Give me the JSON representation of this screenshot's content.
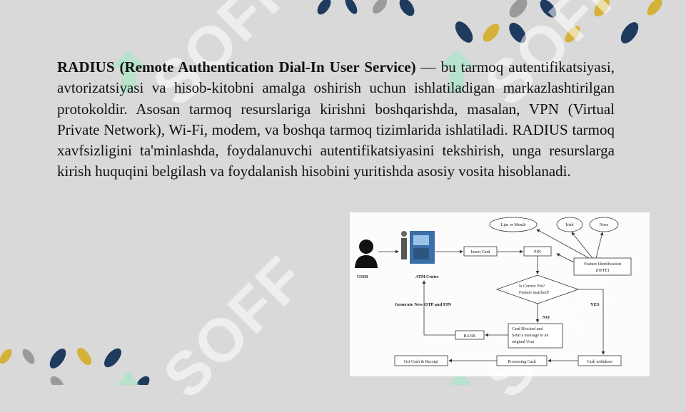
{
  "watermark": {
    "text": "SOFF"
  },
  "paragraph": {
    "bold_term": "RADIUS (Remote Authentication Dial-In User Service)",
    "body": " — bu tarmoq autentifikatsiyasi, avtorizatsiyasi va hisob-kitobni amalga oshirish uchun ishlatiladigan markazlashtirilgan protokoldir. Asosan tarmoq resurslariga kirishni boshqarishda, masalan, VPN (Virtual Private Network), Wi-Fi, modem, va boshqa tarmoq tizimlarida ishlatiladi. RADIUS tarmoq xavfsizligini ta'minlashda, foydalanuvchi autentifikatsiyasini tekshirish, unga resurslarga kirish huquqini belgilash va foydalanish hisobini yuritishda asosiy vosita hisoblanadi."
  },
  "diagram": {
    "user": "USER",
    "atm": "ATM Centre",
    "insert_card": "Insert Card",
    "pin": "PIN",
    "lips": "Lips or Mouth",
    "irish": "Irish",
    "nose": "Nose",
    "feature_1": "Feature Identification",
    "feature_2": "(HFFE)",
    "decision_1": "Is Correct Pin?",
    "decision_2": "Feature matched?",
    "yes": "YES",
    "no": "NO",
    "generate": "Generate New OTP and PIN",
    "blocked_1": "Card  Blocked  and",
    "blocked_2": "Send a message to an",
    "blocked_3": "original User",
    "bank": "BANK",
    "cash_withdraw": "Cash withdraw",
    "processing": "Processing Cash",
    "get_cash": "Get Cash & Receipt"
  },
  "colors": {
    "background": "#d9d9d9",
    "navy_leaf": "#1f3a5f",
    "gold_leaf": "#d4b23a",
    "grey_leaf": "#9a9a9a",
    "mint": "#a8e6c8"
  }
}
